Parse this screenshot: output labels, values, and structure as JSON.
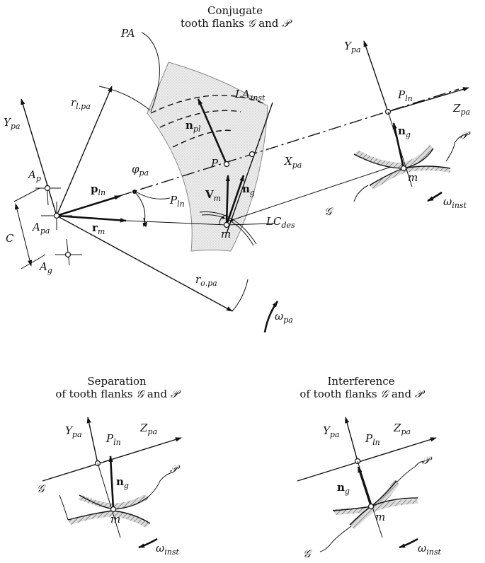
{
  "captions": {
    "top_line1": "Conjugate",
    "top_line2": "tooth flanks",
    "bl_line1": "Separation",
    "bl_line2": "of tooth flanks",
    "br_line1": "Interference",
    "br_line2": "of tooth flanks",
    "and": "and",
    "G": "𝒢",
    "P": "𝒫"
  },
  "labels": {
    "PA": "PA",
    "LA": "LA",
    "LA_sub": "inst",
    "Ypa": "Y",
    "pa": "pa",
    "Zpa": "Z",
    "Xpa": "X",
    "Pln": "P",
    "ln": "ln",
    "rlpa": "r",
    "rlpa_sub": "l.pa",
    "ropa": "r",
    "ropa_sub": "o.pa",
    "npl": "n",
    "pl": "pl",
    "ng": "n",
    "g": "g",
    "P": "P",
    "phi": "φ",
    "Vm": "V",
    "mSub": "m",
    "m": "m",
    "pln": "p",
    "rm": "r",
    "LCdes": "LC",
    "des": "des",
    "Ap": "A",
    "p": "p",
    "Apa": "A",
    "Ag": "A",
    "C": "C",
    "omega": "ω",
    "inst": "inst",
    "G": "𝒢",
    "Pcal": "𝒫"
  },
  "colors": {
    "ink": "#111111",
    "fill": "#e8e8e8",
    "hatch": "#9a9a9a"
  }
}
